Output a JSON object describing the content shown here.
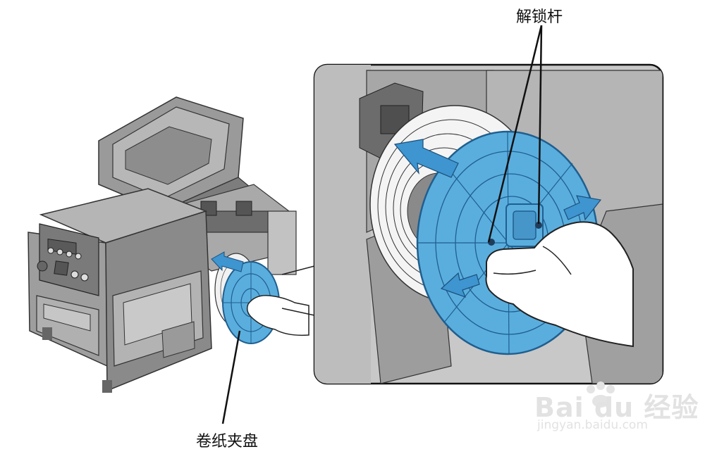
{
  "labels": {
    "release_lever": "解锁杆",
    "roll_paper_spool": "卷纸夹盘"
  },
  "watermark": {
    "brand": "Bai du 经验",
    "url": "jingyan.baidu.com"
  },
  "colors": {
    "spool_blue": "#5aaede",
    "spool_stroke": "#1f5f8f",
    "printer_gray": "#8c8c8c",
    "printer_light": "#bdbdbd",
    "inset_bg": "#c8c8c8",
    "arrow_blue": "#3e95d0"
  },
  "icons": [
    "hand-icon",
    "arrow-icon",
    "baidu-paw-icon"
  ]
}
